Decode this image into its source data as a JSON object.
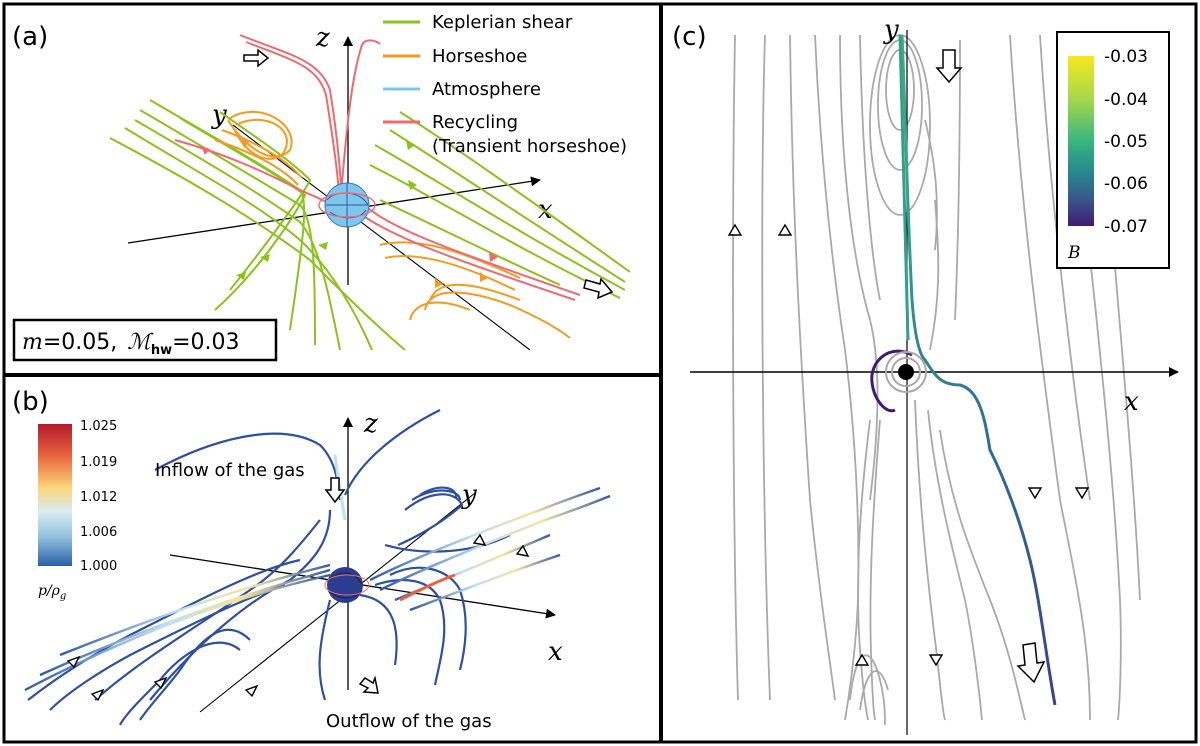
{
  "panels": {
    "a": {
      "label": "(a)",
      "axes": {
        "x": "x",
        "y": "y",
        "z": "z"
      },
      "legend": [
        {
          "name": "Keplerian shear",
          "color": "#8cc21a"
        },
        {
          "name": "Horseshoe",
          "color": "#f59a1f"
        },
        {
          "name": "Atmosphere",
          "color": "#7fc6ef"
        },
        {
          "name": "Recycling",
          "color": "#ee6a70"
        },
        {
          "name": "(Transient horseshoe)",
          "color": "#ee6a70"
        }
      ],
      "params_box": {
        "m_symbol": "m",
        "m_value": "=0.05,",
        "mach_symbol": "ℳ",
        "mach_sub": "hw",
        "mach_value": "=0.03"
      }
    },
    "b": {
      "label": "(b)",
      "axes": {
        "x": "x",
        "y": "y",
        "z": "z"
      },
      "colorbar": {
        "ticks": [
          "1.025",
          "1.019",
          "1.012",
          "1.006",
          "1.000"
        ],
        "label": "p/ρ",
        "label_sub": "g",
        "colors": [
          "#b2182b",
          "#e9633d",
          "#fbd77c",
          "#d8edf5",
          "#8fc0dc",
          "#2a5fa8"
        ]
      },
      "annotations": {
        "inflow": "Inflow of the gas",
        "outflow": "Outflow of the gas"
      }
    },
    "c": {
      "label": "(c)",
      "axes": {
        "x": "x",
        "y": "y"
      },
      "colorbar": {
        "ticks": [
          "-0.03",
          "-0.04",
          "-0.05",
          "-0.06",
          "-0.07"
        ],
        "label": "B",
        "colors": [
          "#f6e81f",
          "#a6d84a",
          "#38b67f",
          "#26838e",
          "#39548b",
          "#3f1c6f"
        ]
      }
    }
  },
  "colors": {
    "keplerian": "#8cc21a",
    "horseshoe": "#f59a1f",
    "atmosphere": "#7fc6ef",
    "recycling": "#ee6a70",
    "streamline_b": "#2f4fa0",
    "streamline_c": "#a9a9a9"
  }
}
